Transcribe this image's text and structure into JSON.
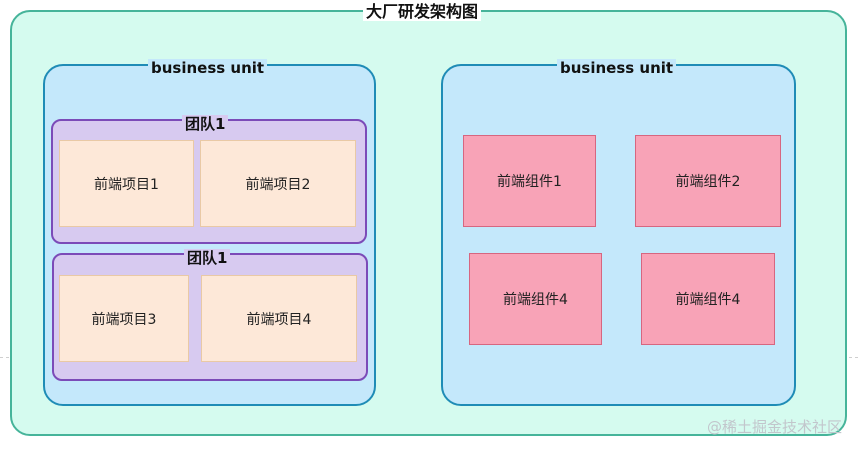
{
  "outer": {
    "title": "大厂研发架构图"
  },
  "left_unit": {
    "title": "business unit",
    "teams": [
      {
        "title": "团队1",
        "projects": [
          "前端项目1",
          "前端项目2"
        ]
      },
      {
        "title": "团队1",
        "projects": [
          "前端项目3",
          "前端项目4"
        ]
      }
    ]
  },
  "right_unit": {
    "title": "business unit",
    "components": [
      "前端组件1",
      "前端组件2",
      "前端组件4",
      "前端组件4"
    ]
  },
  "watermark": "@稀土掘金技术社区",
  "colors": {
    "outer_fill": "#d5fbef",
    "outer_border": "#46b49a",
    "unit_fill": "#c4e8fb",
    "unit_border": "#1f8cb6",
    "team_fill": "#d7caf0",
    "team_border": "#7b4bb8",
    "project_fill": "#fde8d8",
    "component_fill": "#f8a3b7"
  }
}
